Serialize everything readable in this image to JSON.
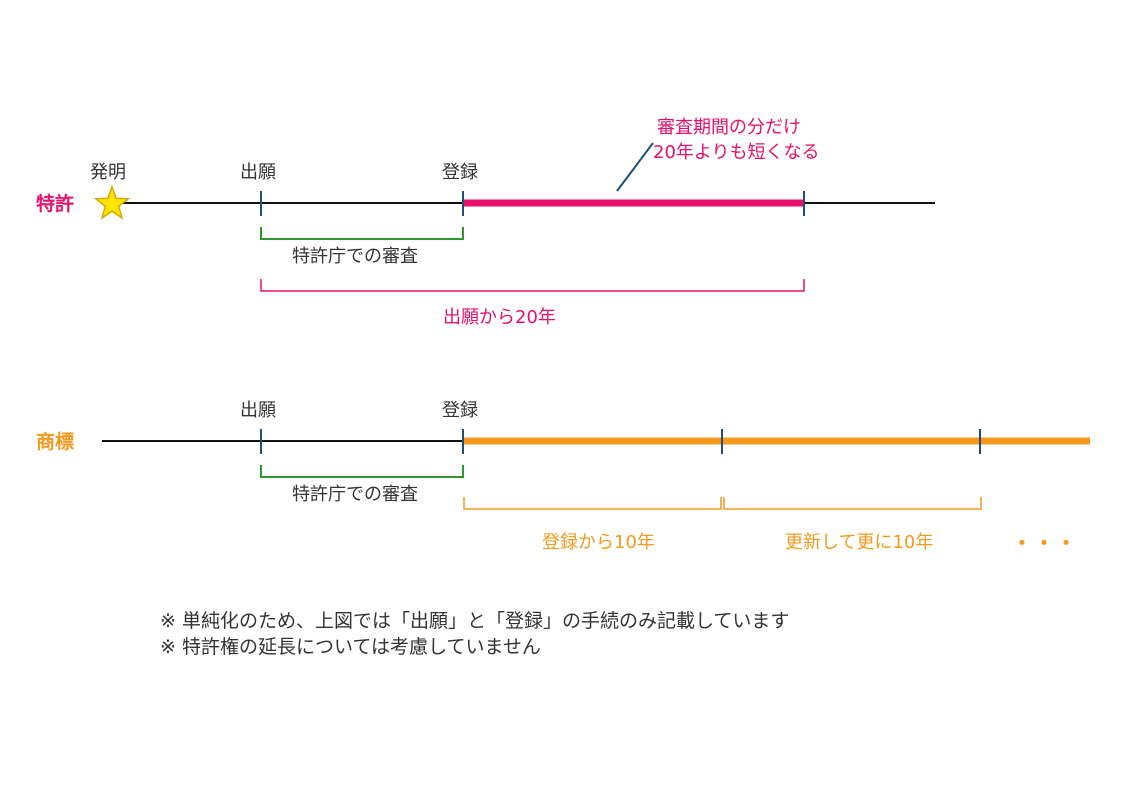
{
  "colors": {
    "patent": "#e8106b",
    "trademark": "#f39a1e",
    "line": "#111111",
    "tick": "#1f4e79",
    "exam_bracket": "#2e9a2e",
    "text": "#333333",
    "star_fill": "#ffe600",
    "star_stroke": "#d9a800"
  },
  "patent": {
    "row_label": "特許",
    "invention_label": "発明",
    "filing_label": "出願",
    "registration_label": "登録",
    "exam_label": "特許庁での審査",
    "term_label": "出願から20年",
    "callout_line1": "審査期間の分だけ",
    "callout_line2": "20年よりも短くなる",
    "star_icon": "star-icon"
  },
  "trademark": {
    "row_label": "商標",
    "filing_label": "出願",
    "registration_label": "登録",
    "exam_label": "特許庁での審査",
    "term1_label": "登録から10年",
    "term2_label": "更新して更に10年",
    "ellipsis": "・・・"
  },
  "notes": [
    "※ 単純化のため、上図では「出願」と「登録」の手続のみ記載しています",
    "※ 特許権の延長については考慮していません"
  ]
}
